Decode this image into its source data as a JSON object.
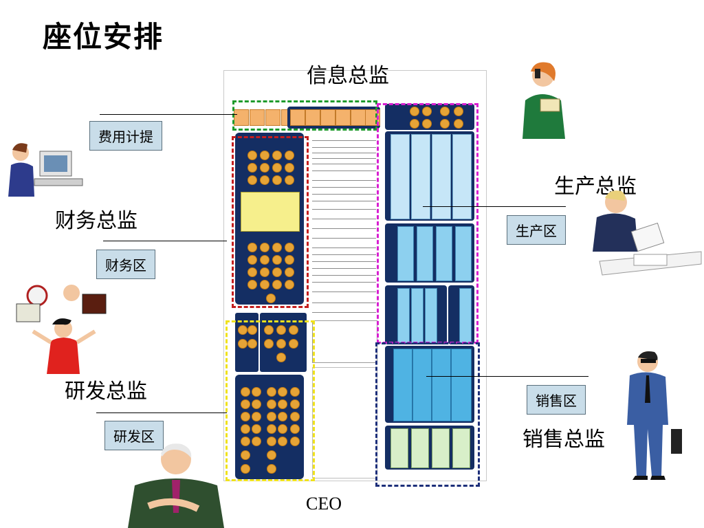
{
  "page_title": "座位安排",
  "roles": {
    "info": "信息总监",
    "finance": "财务总监",
    "production": "生产总监",
    "rnd": "研发总监",
    "sales": "销售总监",
    "ceo": "CEO"
  },
  "areas": {
    "expense": "费用计提",
    "finance": "财务区",
    "production": "生产区",
    "rnd": "研发区",
    "sales": "销售区"
  },
  "colors": {
    "navy_panel": "#142e63",
    "coin": "#e6a437",
    "area_label_bg": "#c9dde9",
    "dash_green": "#1e9b2c",
    "dash_red": "#c41e1e",
    "dash_magenta": "#d81fd1",
    "dash_yellow": "#f0e21c",
    "dash_blue": "#1d2f7a"
  }
}
